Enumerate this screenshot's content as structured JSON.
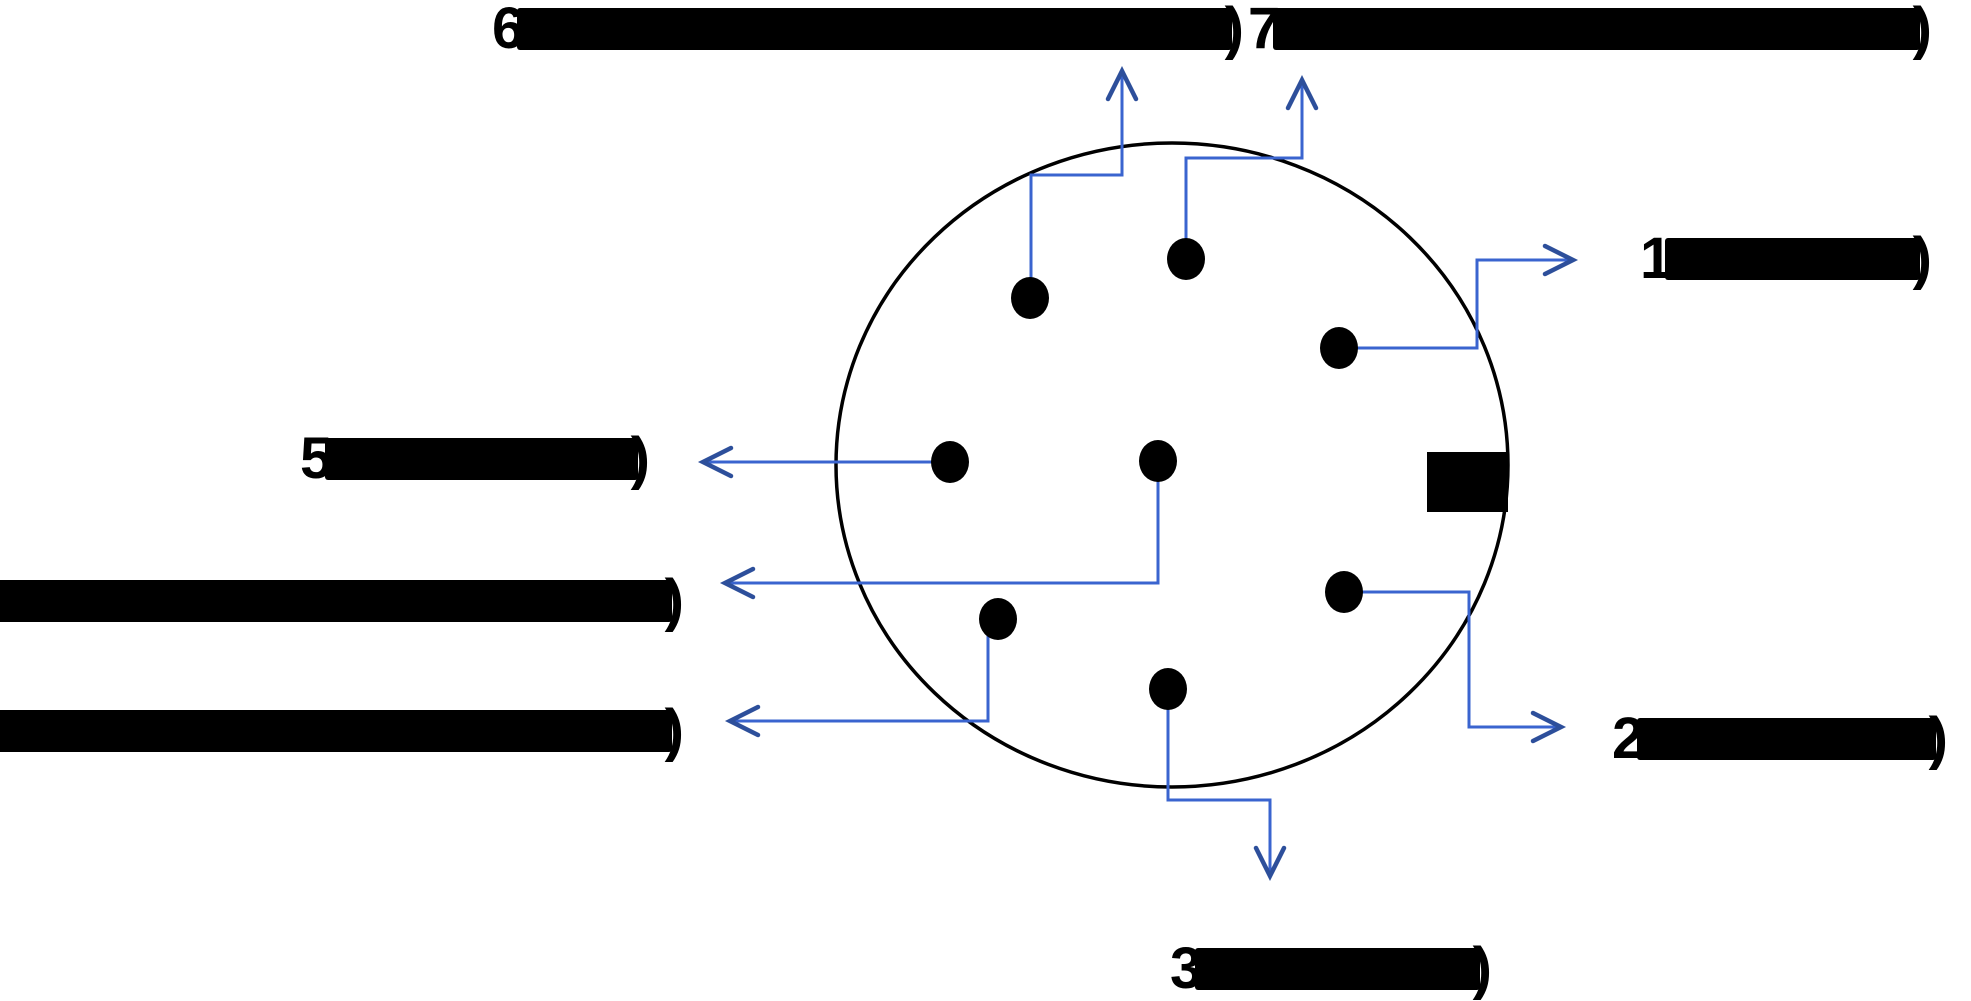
{
  "diagram": {
    "type": "connector-pinout",
    "pin_count": 8,
    "has_center_pin": true,
    "has_key_notch": true
  },
  "colors": {
    "callout_line": "#3a64cf",
    "arrowhead": "#2d4f9b",
    "connector_outline": "#000000",
    "pin_fill": "#000000",
    "label_bar": "#000000"
  },
  "labels": {
    "top_left": {
      "prefix": "6",
      "suffix": ")",
      "redacted_bar": true
    },
    "top_right": {
      "prefix": "7",
      "suffix": ")",
      "redacted_bar": true
    },
    "right": {
      "prefix": "1",
      "suffix": ")",
      "redacted_bar": true
    },
    "left": {
      "prefix": "5",
      "suffix": ")",
      "redacted_bar": true
    },
    "left_middle": {
      "prefix": "",
      "suffix": ")",
      "redacted_bar": true
    },
    "left_lower": {
      "prefix": "",
      "suffix": ")",
      "redacted_bar": true
    },
    "right_lower": {
      "prefix": "2",
      "suffix": ")",
      "redacted_bar": true
    },
    "bottom": {
      "prefix": "3",
      "suffix": ")",
      "redacted_bar": true
    }
  }
}
